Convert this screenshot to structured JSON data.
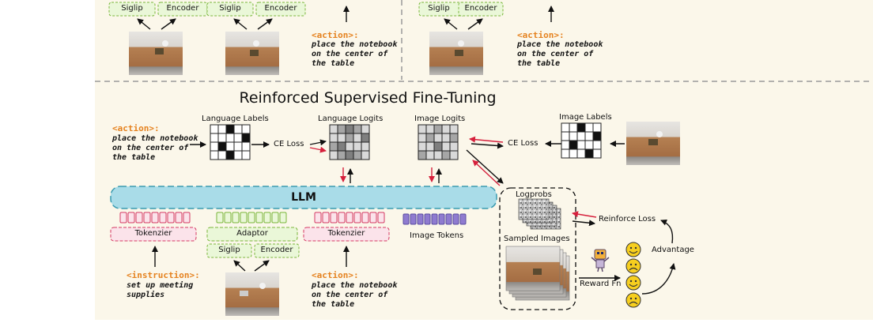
{
  "title": "Reinforced Supervised Fine-Tuning",
  "llm_label": "LLM",
  "encoders": {
    "siglip": "Siglip",
    "encoder": "Encoder"
  },
  "top": {
    "action_label": "<action>:",
    "action_lines": [
      "place the notebook",
      "on the center of",
      "the table"
    ]
  },
  "bottom": {
    "instruction_label": "<instruction>:",
    "instruction_lines": [
      "set up meeting",
      "supplies"
    ],
    "action_label": "<action>:",
    "action_lines": [
      "place the notebook",
      "on the center of",
      "the table"
    ],
    "left_action_label": "<action>:",
    "left_action_lines": [
      "place the notebook",
      "on the center of",
      "the table"
    ],
    "language_labels": "Language Labels",
    "language_logits": "Language Logits",
    "image_logits": "Image Logits",
    "image_labels": "Image Labels",
    "ce_loss": "CE Loss",
    "tokenizer": "Tokenzier",
    "adaptor": "Adaptor",
    "image_tokens": "Image Tokens",
    "logprobs": "Logprobs",
    "sampled_images": "Sampled Images",
    "reinforce_loss": "Reinforce Loss",
    "advantage": "Advantage",
    "reward_fn": "Reward Fn"
  },
  "colors": {
    "panel_bg": "#fbf7ea",
    "llm_fill": "#a9dce8",
    "llm_stroke": "#3b9bb0",
    "tokenizer_fill": "#fbe3ea",
    "tokenizer_stroke": "#d43a64",
    "adaptor_fill": "#eaf7d8",
    "adaptor_stroke": "#79b63a",
    "image_token": "#8f7bd0",
    "action_orange": "#e5821f",
    "arrow_red": "#d6203c",
    "smiley": "#f7cf1f"
  }
}
